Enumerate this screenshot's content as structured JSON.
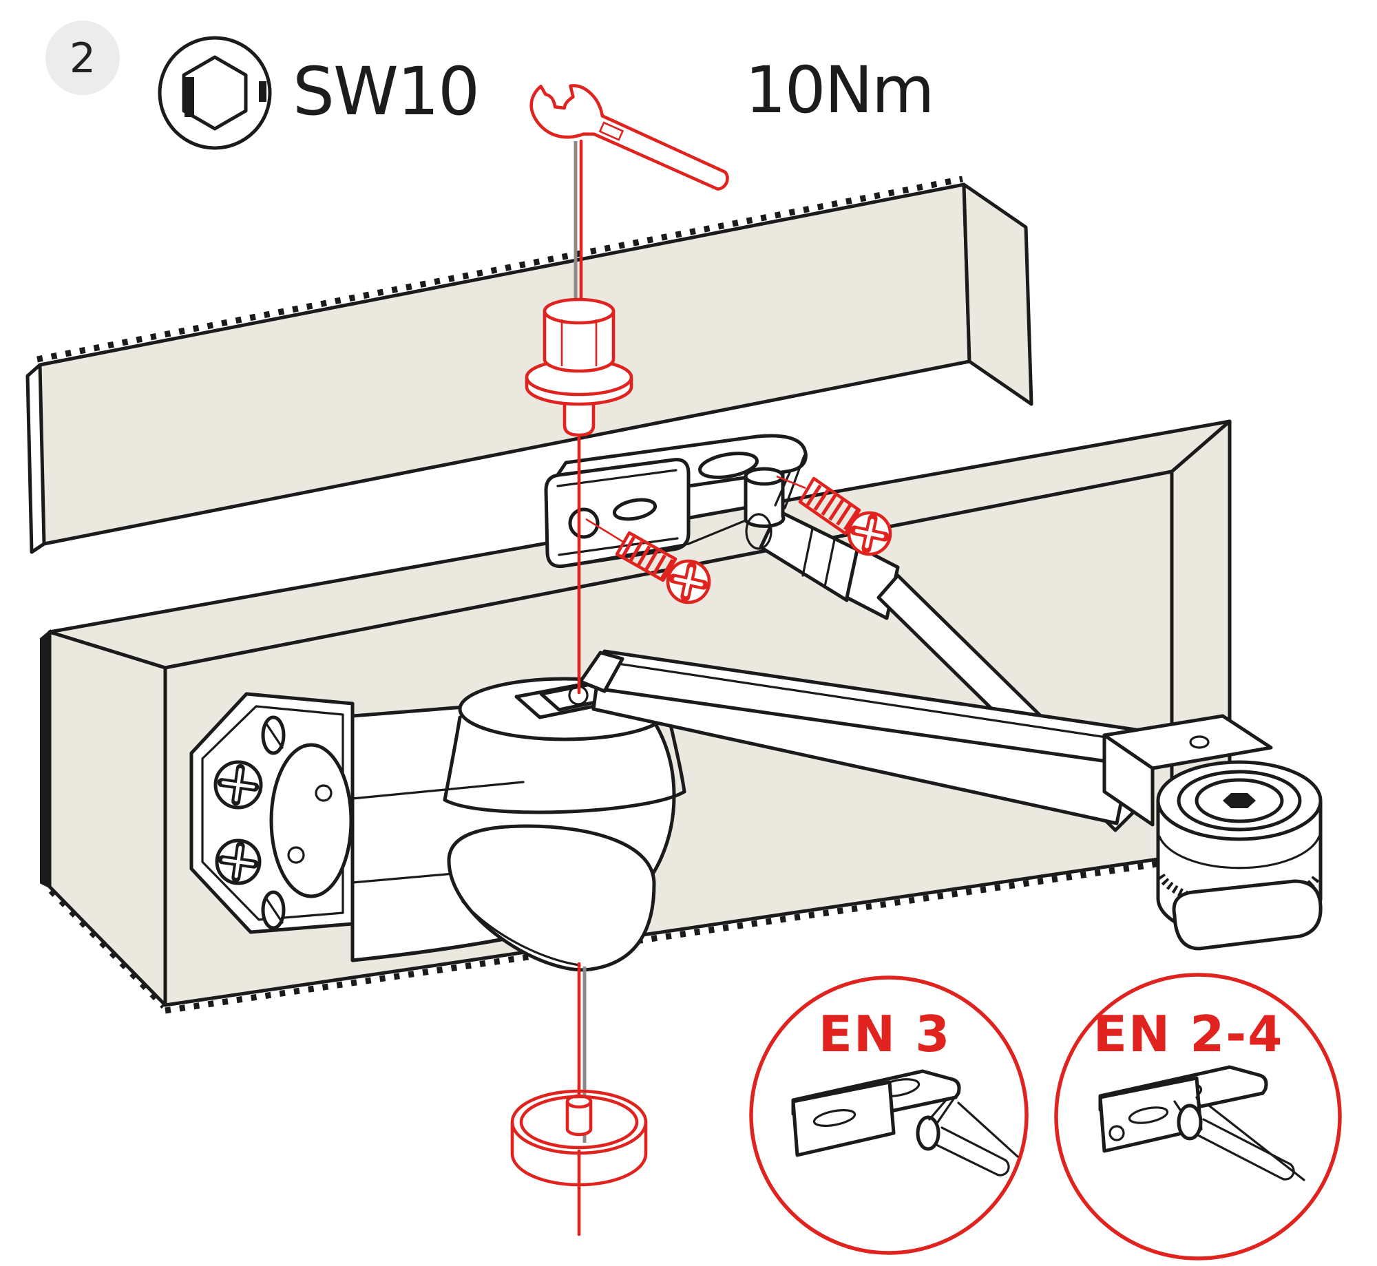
{
  "step": {
    "number": "2"
  },
  "tools": {
    "socket": {
      "icon": "hex-socket-icon",
      "label": "SW10"
    },
    "torque": {
      "icon": "open-end-wrench-icon",
      "label": "10Nm"
    }
  },
  "callouts": [
    {
      "label": "EN 3",
      "icon": "arm-shoe-end-hole-drawing"
    },
    {
      "label": "EN 2-4",
      "icon": "arm-shoe-centre-hole-drawing"
    }
  ],
  "figure": {
    "subject": "door closer arm mounting on frame",
    "fasteners": [
      "hex-flange-bolt",
      "phillips-screw",
      "phillips-screw",
      "spindle-washer"
    ],
    "colors": {
      "highlight_red": "#e0231e",
      "line_black": "#1b1b1b",
      "beam_fill": "#eae8df",
      "axis_gray": "#8a8a8a",
      "badge_bg": "#ececec"
    }
  }
}
